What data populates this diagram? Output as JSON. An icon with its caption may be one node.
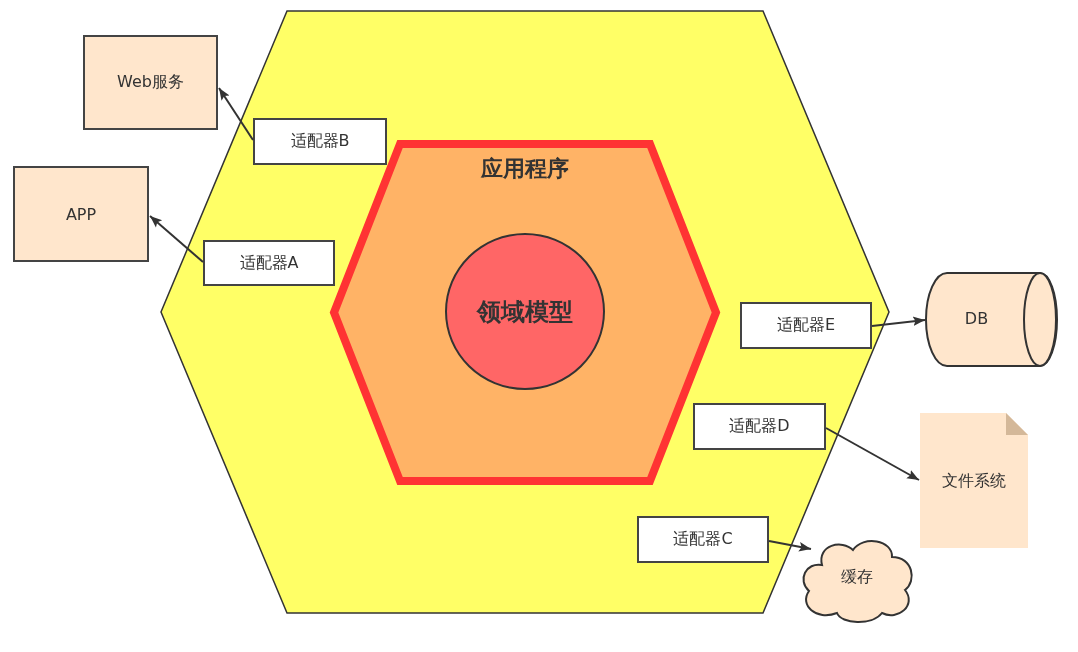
{
  "diagram": {
    "nodes": [
      {
        "text": [],
        "shape": "hexagon"
      },
      {
        "text": [
          "Web服务"
        ]
      },
      {
        "text": [
          "适配器B"
        ],
        "in": 0
      },
      {
        "text": [
          "APP"
        ]
      },
      {
        "text": [
          "适配器A"
        ],
        "in": 0
      },
      {
        "text": [
          "应用程序"
        ],
        "in": 0
      },
      {
        "text": [
          "领域模型"
        ],
        "in": 5
      },
      {
        "text": [
          "适配器E"
        ],
        "in": 0
      },
      {
        "text": [
          "DB"
        ]
      },
      {
        "text": [
          "适配器D"
        ],
        "in": 0
      },
      {
        "text": [
          "文件系统"
        ]
      },
      {
        "text": [
          "适配器C"
        ],
        "in": 0
      },
      {
        "text": [
          "缓存"
        ]
      }
    ],
    "edges": [
      {
        "from": 2,
        "to": 1,
        "arrow": "to"
      },
      {
        "from": 4,
        "to": 3,
        "arrow": "to"
      },
      {
        "from": 7,
        "to": 8,
        "arrow": "to"
      },
      {
        "from": 9,
        "to": 10,
        "arrow": "to"
      },
      {
        "from": 11,
        "to": 12,
        "arrow": "to"
      }
    ]
  }
}
